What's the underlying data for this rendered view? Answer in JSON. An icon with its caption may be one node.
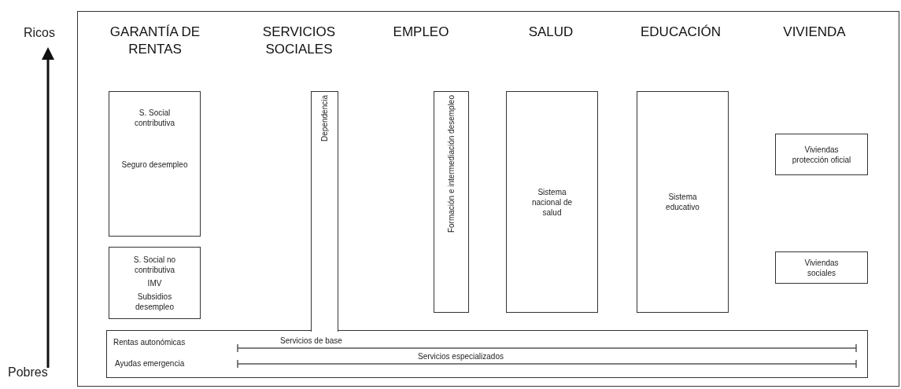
{
  "diagram": {
    "nodes": [
      {
        "text": [
          "S. Social contributiva",
          "Seguro desempleo"
        ]
      },
      {
        "text": [
          "S. Social no contributiva",
          "IMV",
          "Subsidios desempleo"
        ]
      },
      {
        "text": [
          "Dependencia"
        ]
      },
      {
        "text": [
          "Formación e intermediación desempleo"
        ]
      },
      {
        "text": [
          "Sistema nacional de salud"
        ]
      },
      {
        "text": [
          "Sistema educativo"
        ]
      },
      {
        "text": [
          "Viviendas protección oficial"
        ]
      },
      {
        "text": [
          "Viviendas sociales"
        ]
      },
      {
        "text": [
          "Rentas autonómicas",
          "Servicios de base",
          "Ayudas emergencia",
          "Servicios especializados"
        ]
      }
    ],
    "labels": [
      "Ricos",
      "GARANTÍA DE RENTAS",
      "SERVICIOS SOCIALES",
      "EMPLEO",
      "SALUD",
      "EDUCACIÓN",
      "VIVIENDA",
      "Pobres"
    ]
  }
}
